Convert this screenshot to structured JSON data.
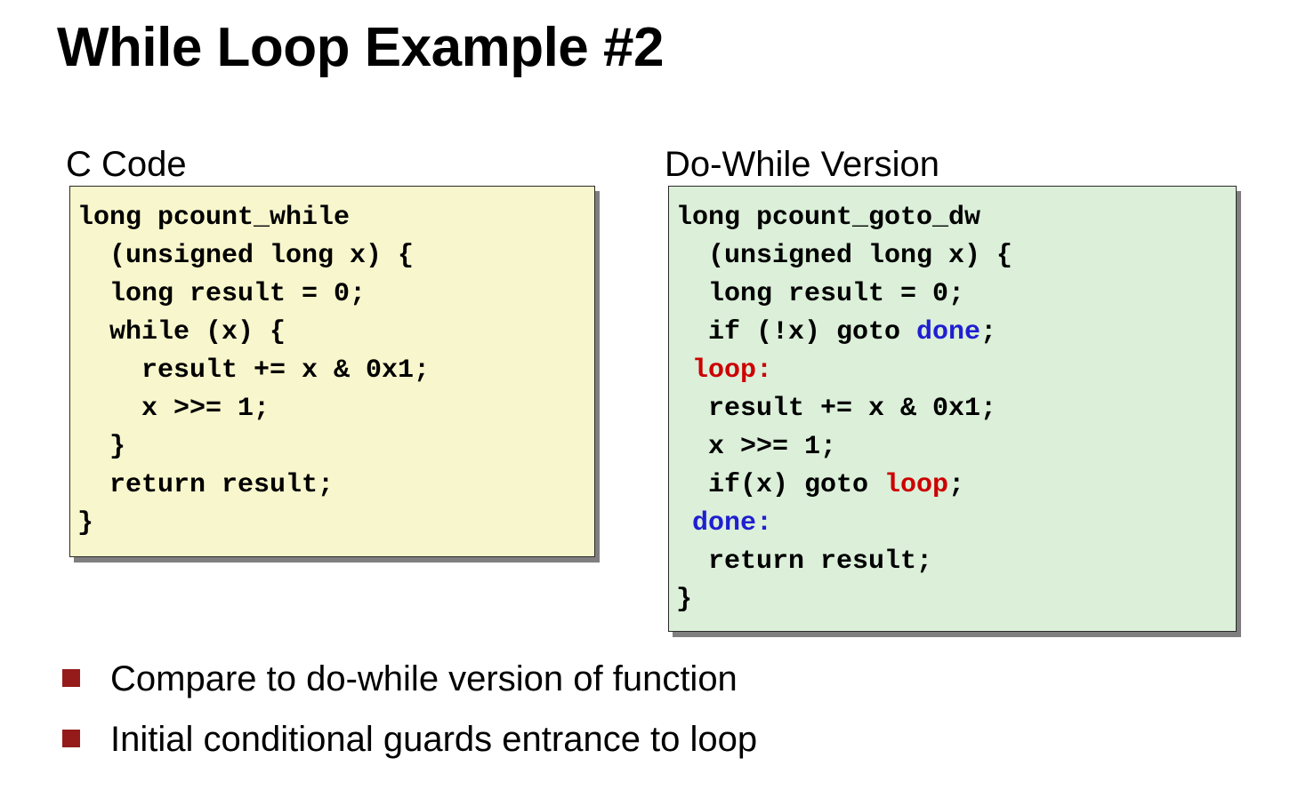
{
  "title": "While Loop Example #2",
  "left_panel": {
    "heading": "C Code",
    "background": "#f8f6cc",
    "lines": [
      "long pcount_while",
      "  (unsigned long x) {",
      "  long result = 0;",
      "  while (x) {",
      "    result += x & 0x1;",
      "    x >>= 1;",
      "  }",
      "  return result;",
      "}"
    ]
  },
  "right_panel": {
    "heading": "Do-While Version",
    "background": "#dbefd9",
    "label_colors": {
      "loop": "#cc0000",
      "done": "#1f1fd0"
    },
    "lines": [
      {
        "pre": "long pcount_goto_dw",
        "label": "",
        "post": ""
      },
      {
        "pre": "  (unsigned long x) {",
        "label": "",
        "post": ""
      },
      {
        "pre": "  long result = 0;",
        "label": "",
        "post": ""
      },
      {
        "pre": "  if (!x) goto ",
        "label": "done",
        "post": ";"
      },
      {
        "pre": " ",
        "label": "loop:",
        "post": ""
      },
      {
        "pre": "  result += x & 0x1;",
        "label": "",
        "post": ""
      },
      {
        "pre": "  x >>= 1;",
        "label": "",
        "post": ""
      },
      {
        "pre": "  if(x) goto ",
        "label": "loop",
        "post": ";"
      },
      {
        "pre": " ",
        "label": "done:",
        "post": ""
      },
      {
        "pre": "  return result;",
        "label": "",
        "post": ""
      },
      {
        "pre": "}",
        "label": "",
        "post": ""
      }
    ]
  },
  "bullets": [
    "Compare to do-while version of function",
    "Initial conditional guards entrance to loop"
  ],
  "colors": {
    "bullet_marker": "#951b1b"
  }
}
